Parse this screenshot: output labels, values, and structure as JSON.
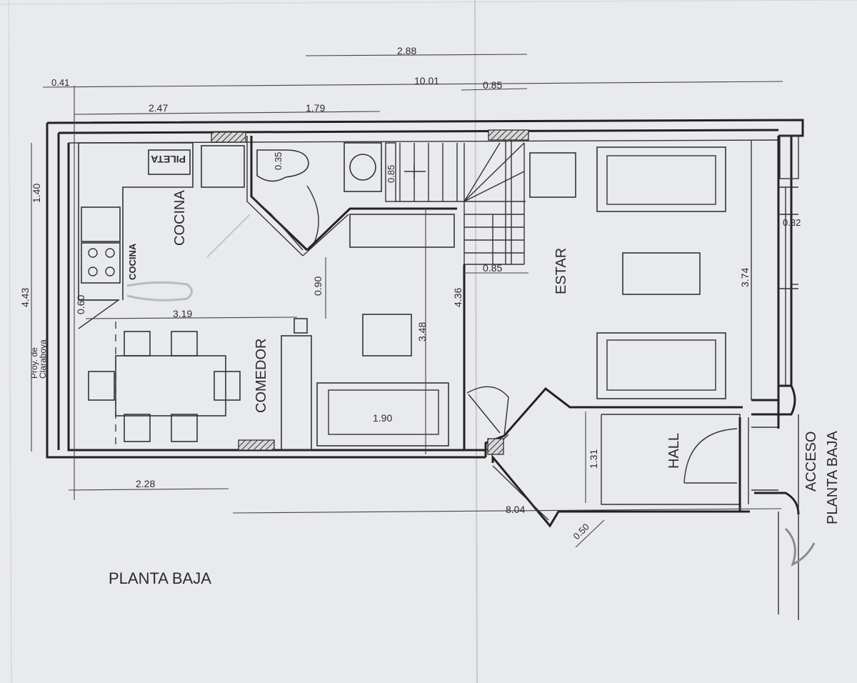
{
  "title": "PLANTA BAJA",
  "rooms": {
    "cocina": "COCINA",
    "cocina_small": "COCINA",
    "pileta": "PILETA",
    "comedor": "COMEDOR",
    "estar": "ESTAR",
    "hall": "HALL",
    "acceso_line1": "ACCESO",
    "acceso_line2": "PLANTA BAJA",
    "claraboya_line1": "Proy. de",
    "claraboya_line2": "Claraboya"
  },
  "dimensions": {
    "d_288": "2.88",
    "d_1001": "10.01",
    "d_041": "0.41",
    "d_085_top": "0.85",
    "d_247": "2.47",
    "d_179": "1.79",
    "d_140": "1.40",
    "d_443": "4.43",
    "d_060": "0.60",
    "d_319": "3.19",
    "d_035": "0.35",
    "d_085_stair": "0.85",
    "d_090": "0.90",
    "d_085_estar": "0.85",
    "d_436": "4.36",
    "d_348": "3.48",
    "d_374": "3.74",
    "d_032": "0.32",
    "d_190": "1.90",
    "d_131": "1.31",
    "d_228": "2.28",
    "d_804": "8.04",
    "d_050": "0.50"
  },
  "colors": {
    "paper": "#e9eaed",
    "ink": "#222222"
  }
}
